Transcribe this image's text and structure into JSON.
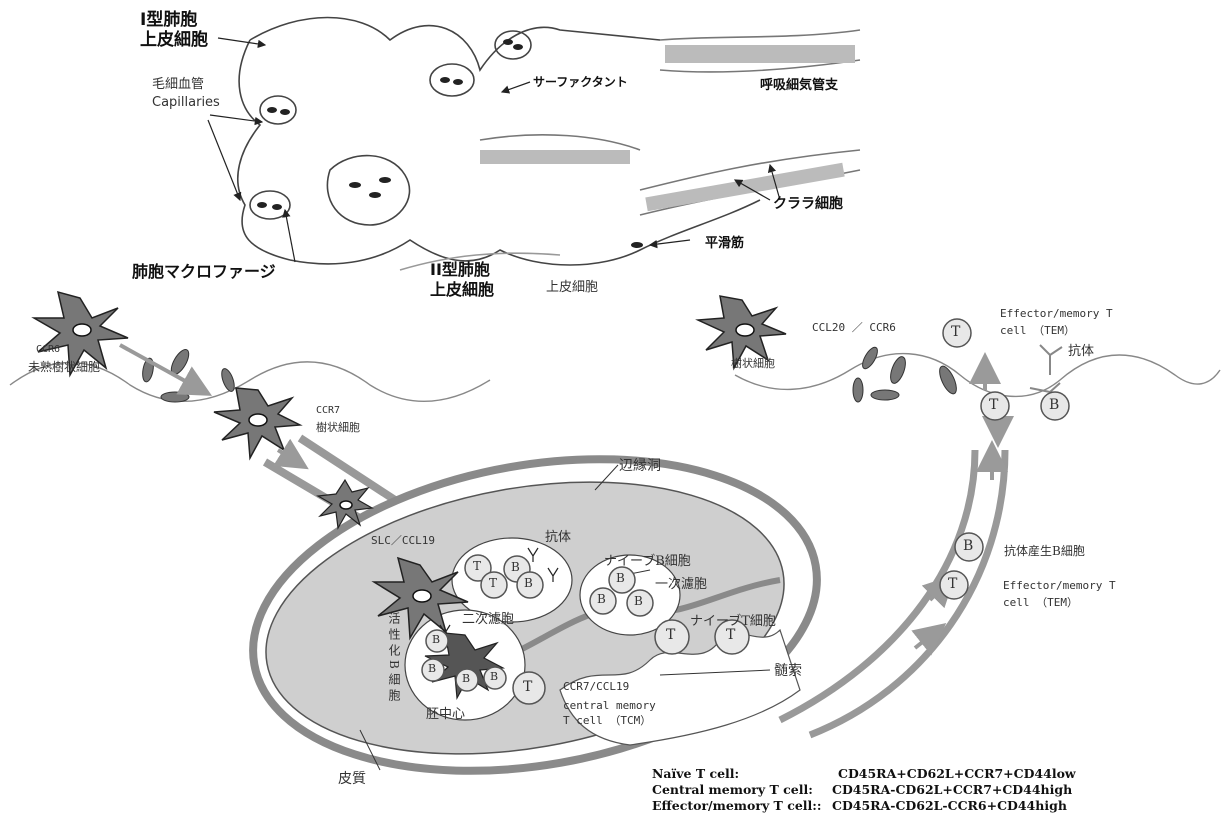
{
  "alveolus": {
    "type1_cell": [
      "I型肺胞",
      "上皮細胞"
    ],
    "capillaries": [
      "毛細血管",
      "Capillaries"
    ],
    "surfactant": "サーファクタント",
    "bronchiole": "呼吸細気管支",
    "clara_cell": "クララ細胞",
    "smooth_muscle": "平滑筋",
    "macrophage": "肺胞マクロファージ",
    "type2_cell": [
      "II型肺胞",
      "上皮細胞"
    ],
    "type2_cell_extra": "上皮細胞"
  },
  "migration": {
    "ccr6": "CCR6",
    "immature_dc": "未熟樹状細胞",
    "ccr7": "CCR7",
    "dc": "樹状細胞",
    "slc": "SLC／CCL19"
  },
  "lymph_node": {
    "marginal_sinus": "辺縁洞",
    "antibody": "抗体",
    "naive_b": "ナイーブB細胞",
    "primary_follicle": "一次濾胞",
    "secondary_follicle": "二次濾胞",
    "naive_t": "ナイーブT細胞",
    "activated_b": "活性化B細胞",
    "germinal_center": "胚中心",
    "ccr7_ccl19": "CCR7/CCL19",
    "tcm": [
      "central memory",
      "T cell （TCM）"
    ],
    "medullary_cord": "髄索",
    "cortex": "皮質"
  },
  "efferent": {
    "antibody_b": "抗体産生B細胞",
    "tem": [
      "Effector/memory T",
      "cell  （TEM）"
    ]
  },
  "tissue_right": {
    "ccl20": "CCL20  ／ CCR6",
    "dc": "樹状細胞",
    "tem": [
      "Effector/memory T",
      "cell  （TEM）"
    ],
    "antibody": "抗体"
  },
  "cell_letters": {
    "t": "T",
    "b": "B"
  },
  "markers": [
    {
      "cell": "Naïve T cell:",
      "phenotype": "CD45RA+CD62L+CCR7+CD44low"
    },
    {
      "cell": "Central memory T cell:",
      "phenotype": "CD45RA-CD62L+CCR7+CD44high"
    },
    {
      "cell": "Effector/memory T cell::",
      "phenotype": "CD45RA-CD62L-CCR6+CD44high"
    }
  ],
  "colors": {
    "node_fill": "#cfcfcf",
    "wall": "#8a8a8a",
    "arrow": "#9a9a9a"
  }
}
